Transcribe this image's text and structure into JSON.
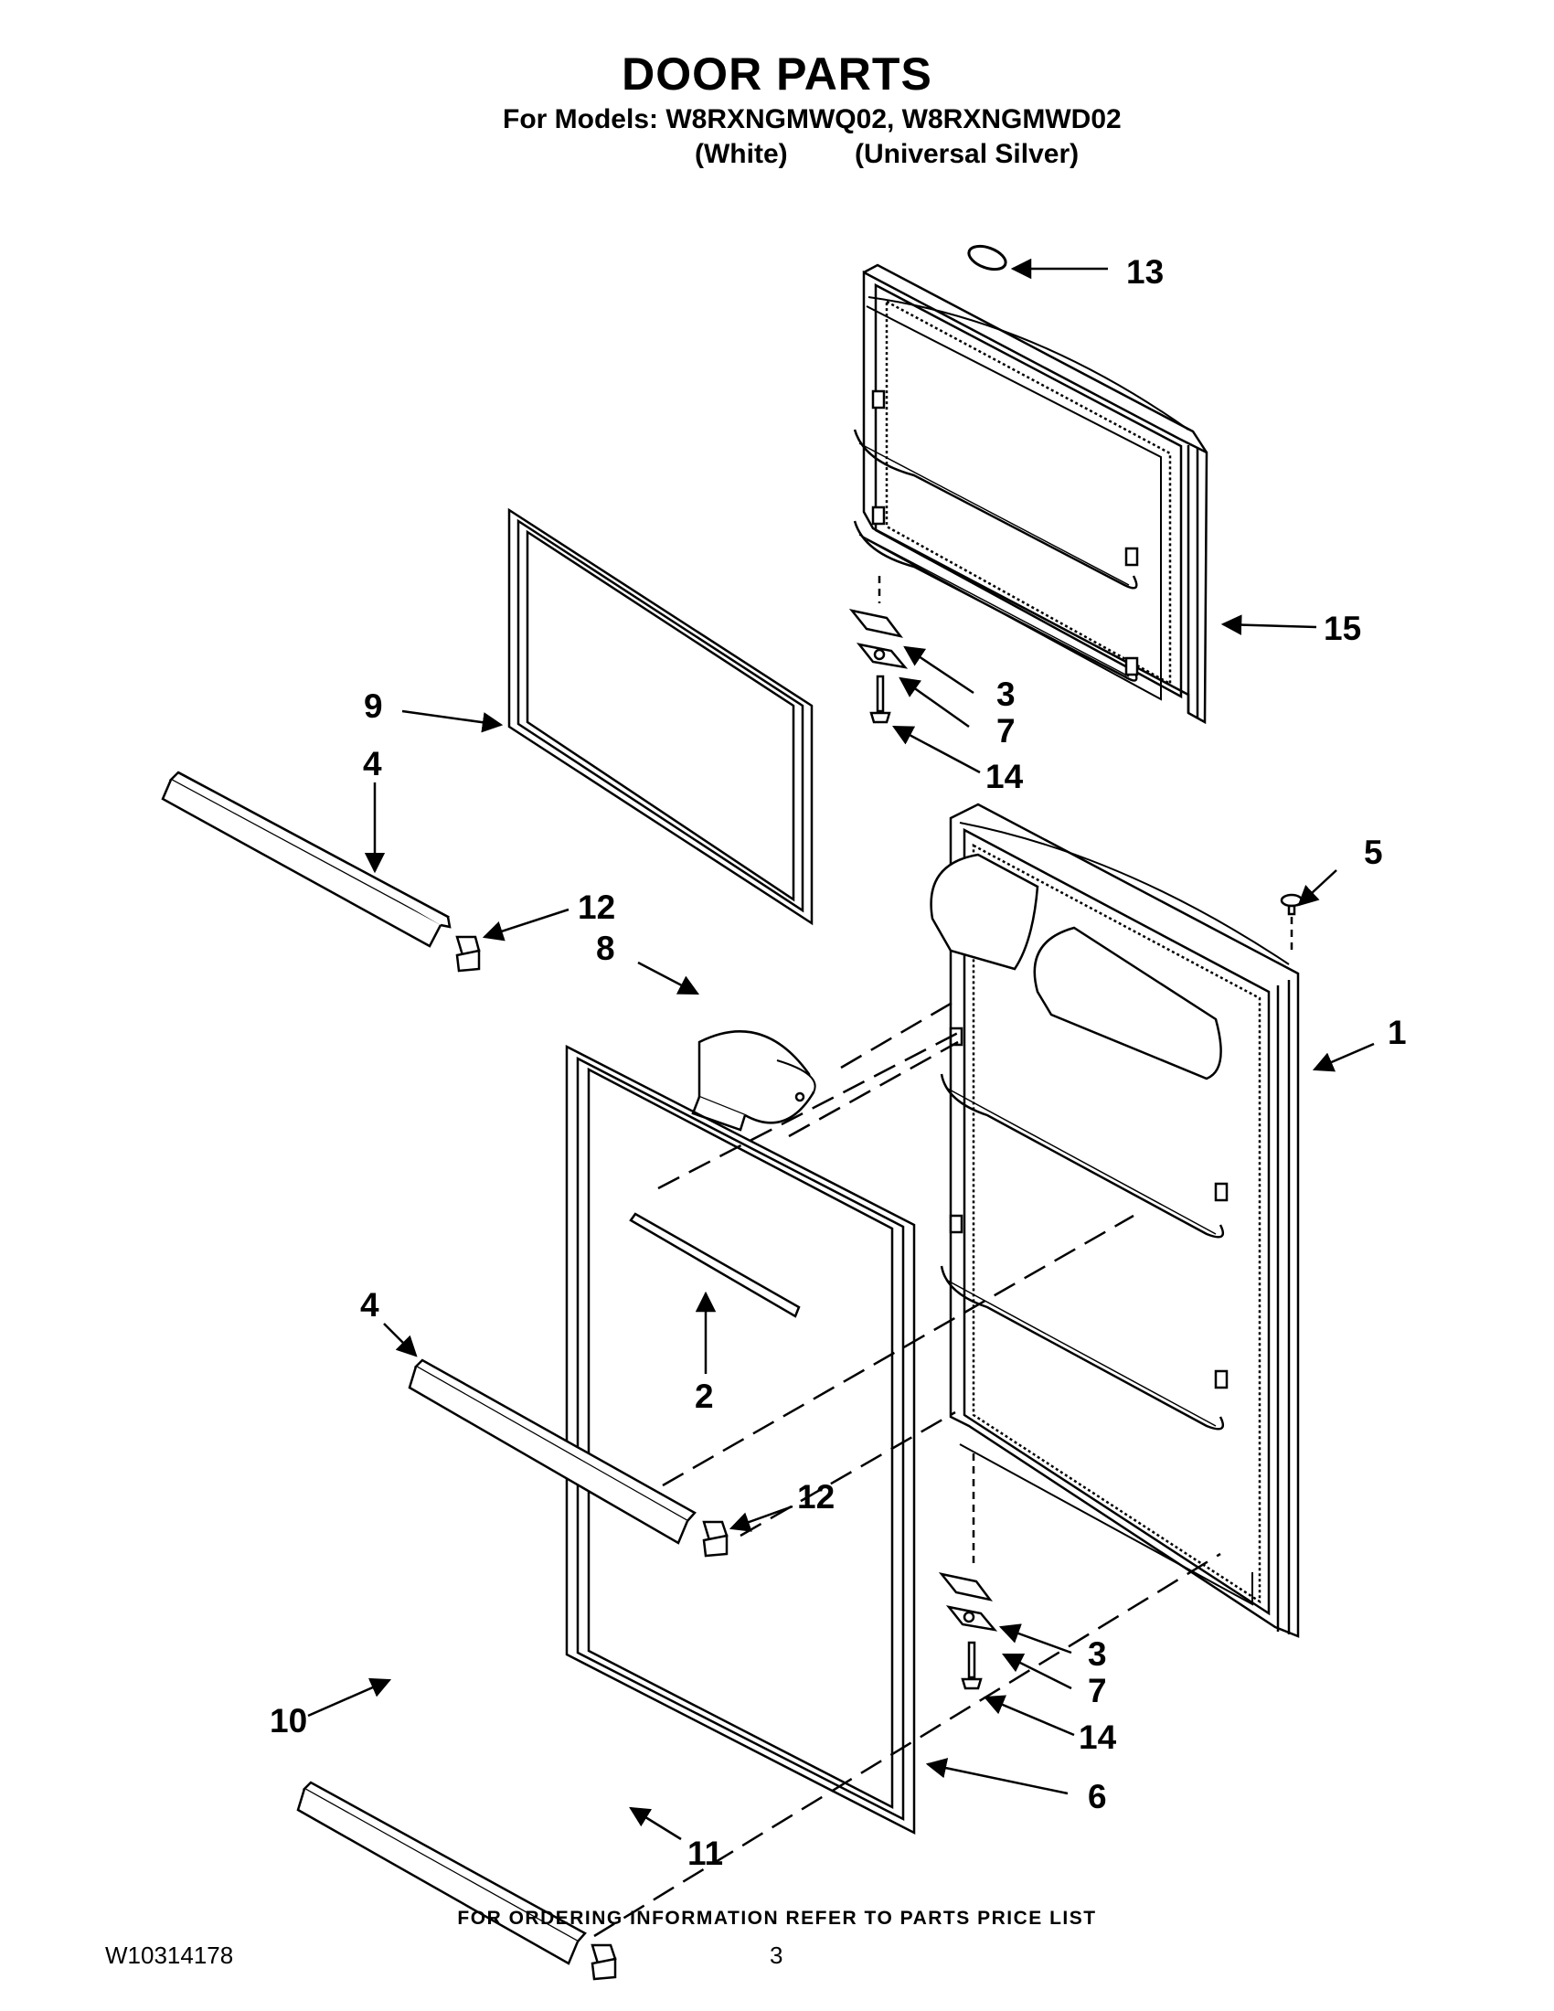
{
  "header": {
    "title": "DOOR PARTS",
    "models_line": "For Models: W8RXNGMWQ02, W8RXNGMWD02",
    "variant_1": "(White)",
    "variant_2": "(Universal Silver)"
  },
  "callouts": [
    "13",
    "15",
    "3",
    "7",
    "14",
    "9",
    "4",
    "12",
    "8",
    "5",
    "1",
    "2",
    "4",
    "12",
    "3",
    "7",
    "14",
    "10",
    "6",
    "11"
  ],
  "footer": {
    "note": "FOR ORDERING INFORMATION REFER TO PARTS PRICE LIST",
    "doc_number": "W10314178",
    "page_number": "3"
  }
}
